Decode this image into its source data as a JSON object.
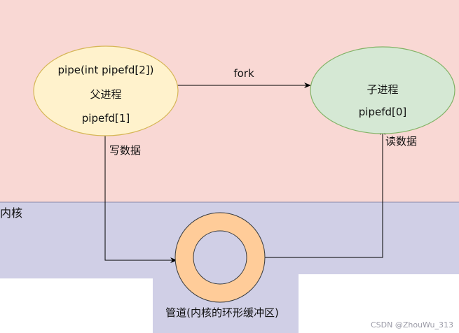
{
  "regions": {
    "user_space_color": "#f9d8d4",
    "kernel_color": "#d0cfe6",
    "kernel_label": "内核"
  },
  "parent": {
    "line1": "pipe(int pipefd[2])",
    "line2": "父进程",
    "line3": "pipefd[1]",
    "fill": "#fff2cc",
    "stroke": "#d6b656"
  },
  "child": {
    "line1": "子进程",
    "line2": "pipefd[0]",
    "fill": "#d5e8d4",
    "stroke": "#82b366"
  },
  "edges": {
    "fork_label": "fork",
    "write_label": "写数据",
    "read_label": "读数据"
  },
  "pipe_buffer": {
    "label": "管道(内核的环形缓冲区)",
    "fill": "#ffcc99",
    "stroke": "#36393d"
  },
  "watermark": "CSDN @ZhouWu_313"
}
